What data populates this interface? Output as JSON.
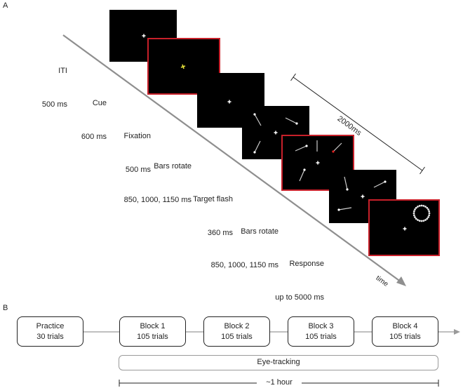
{
  "panel_a": {
    "letter": "A",
    "events": [
      {
        "name": "ITI",
        "duration": "500 ms",
        "highlighted": false,
        "content": "fixation-cross"
      },
      {
        "name": "Cue",
        "duration": "600 ms",
        "highlighted": true,
        "content": "cue-symbol"
      },
      {
        "name": "Fixation",
        "duration": "500 ms",
        "highlighted": false,
        "content": "fixation-cross"
      },
      {
        "name": "Bars rotate",
        "duration": "850, 1000, 1150 ms",
        "highlighted": false,
        "content": "rotating-bars"
      },
      {
        "name": "Target flash",
        "duration": "360 ms",
        "highlighted": true,
        "content": "target-flash"
      },
      {
        "name": "Bars rotate",
        "duration": "850, 1000, 1150 ms",
        "highlighted": false,
        "content": "rotating-bars"
      },
      {
        "name": "Response",
        "duration": "up to 5000 ms",
        "highlighted": true,
        "content": "response-ring"
      }
    ],
    "span_label": "2000ms",
    "time_label": "time"
  },
  "panel_b": {
    "letter": "B",
    "blocks": [
      {
        "title": "Practice",
        "trials": "30 trials"
      },
      {
        "title": "Block 1",
        "trials": "105 trials"
      },
      {
        "title": "Block 2",
        "trials": "105 trials"
      },
      {
        "title": "Block 3",
        "trials": "105 trials"
      },
      {
        "title": "Block 4",
        "trials": "105 trials"
      }
    ],
    "eye_tracking": "Eye-tracking",
    "duration": "~1 hour"
  },
  "colors": {
    "highlight_frame": "#c8202a",
    "cue": "#e8e23a",
    "target_flash": "#e02020",
    "stimulus": "#ffffff"
  }
}
